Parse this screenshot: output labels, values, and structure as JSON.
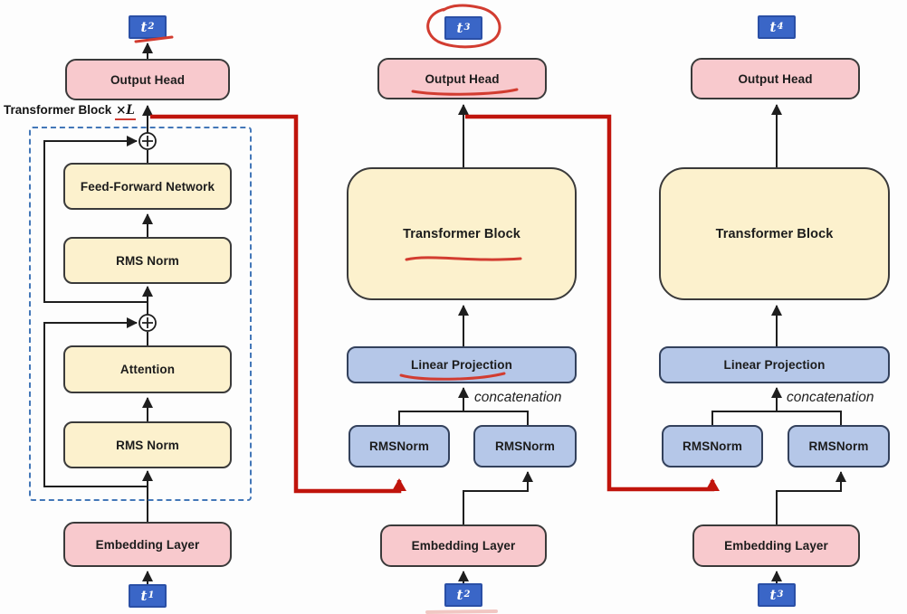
{
  "title": "Token-merging transformer architecture diagram",
  "colors": {
    "box_pink": "#f8c9cd",
    "box_cream": "#fcf1cd",
    "box_blue": "#b5c7e8",
    "token_blue": "#3a66c7",
    "dashed_border_blue": "#4377b8",
    "wire_black": "#1e1e1e",
    "red_path": "#c0140c",
    "red_ink": "#d23c30",
    "faint_red_ink": "#e89a94"
  },
  "columns": [
    {
      "id": "left",
      "token_top": {
        "base": "t",
        "sub": "2"
      },
      "output_head": "Output Head",
      "block_label": "Transformer Block",
      "block_multiplier": "×L",
      "ffn": "Feed-Forward Network",
      "rms_norm_top": "RMS Norm",
      "attention": "Attention",
      "rms_norm_bottom": "RMS Norm",
      "embedding": "Embedding Layer",
      "token_bottom": {
        "base": "t",
        "sub": "1"
      }
    },
    {
      "id": "middle",
      "token_top": {
        "base": "t",
        "sub": "3"
      },
      "output_head": "Output Head",
      "transformer_block": "Transformer Block",
      "linear_projection": "Linear Projection",
      "concatenation_label": "concatenation",
      "rmsnorm_left": "RMSNorm",
      "rmsnorm_right": "RMSNorm",
      "embedding": "Embedding Layer",
      "token_bottom": {
        "base": "t",
        "sub": "2"
      }
    },
    {
      "id": "right",
      "token_top": {
        "base": "t",
        "sub": "4"
      },
      "output_head": "Output Head",
      "transformer_block": "Transformer Block",
      "linear_projection": "Linear Projection",
      "concatenation_label": "concatenation",
      "rmsnorm_left": "RMSNorm",
      "rmsnorm_right": "RMSNorm",
      "embedding": "Embedding Layer",
      "token_bottom": {
        "base": "t",
        "sub": "3"
      }
    }
  ],
  "red_annotations": {
    "circle_around": "t3 output token (middle column)",
    "underlines": [
      "t2 output token (left column)",
      "×L multiplier in Transformer Block label",
      "Output Head (middle column)",
      "Transformer Block (middle column)",
      "Linear Projection (middle column)",
      "t2 input token (middle column, faint)"
    ],
    "arrows": [
      "left column hidden state routed to middle column left RMSNorm",
      "middle column hidden state routed to right column left RMSNorm"
    ]
  }
}
